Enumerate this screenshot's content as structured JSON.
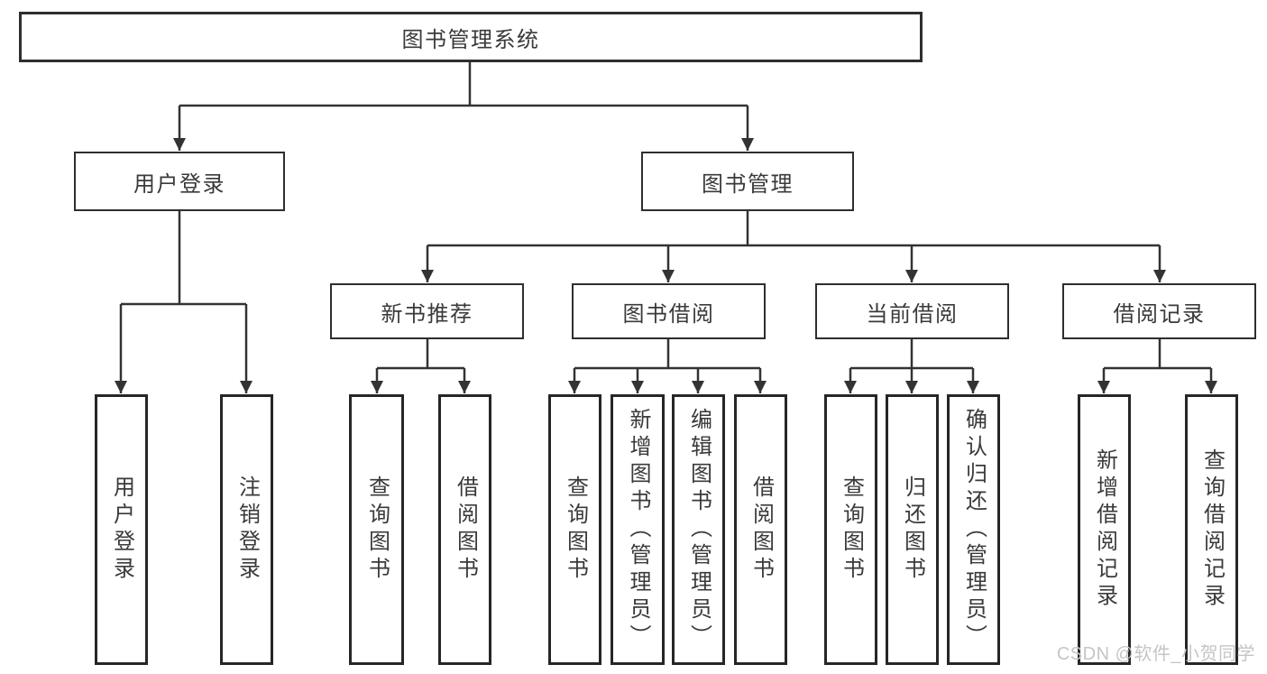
{
  "diagram": {
    "root": {
      "label": "图书管理系统"
    },
    "branches": [
      {
        "label": "用户登录",
        "children": [
          {
            "label": "用户登录"
          },
          {
            "label": "注销登录"
          }
        ]
      },
      {
        "label": "图书管理",
        "children": [
          {
            "label": "新书推荐",
            "children": [
              {
                "label": "查询图书"
              },
              {
                "label": "借阅图书"
              }
            ]
          },
          {
            "label": "图书借阅",
            "children": [
              {
                "label": "查询图书"
              },
              {
                "label": "新增图书（管理员）"
              },
              {
                "label": "编辑图书（管理员）"
              },
              {
                "label": "借阅图书"
              }
            ]
          },
          {
            "label": "当前借阅",
            "children": [
              {
                "label": "查询图书"
              },
              {
                "label": "归还图书"
              },
              {
                "label": "确认归还（管理员）"
              }
            ]
          },
          {
            "label": "借阅记录",
            "children": [
              {
                "label": "新增借阅记录"
              },
              {
                "label": "查询借阅记录"
              }
            ]
          }
        ]
      }
    ]
  },
  "watermark": "CSDN @软件_小贺同学",
  "colors": {
    "line": "#333333",
    "box_border": "#2e2e2e",
    "text": "#3a3a3a",
    "watermark_text": "#c5c5c5",
    "background": "#ffffff"
  }
}
